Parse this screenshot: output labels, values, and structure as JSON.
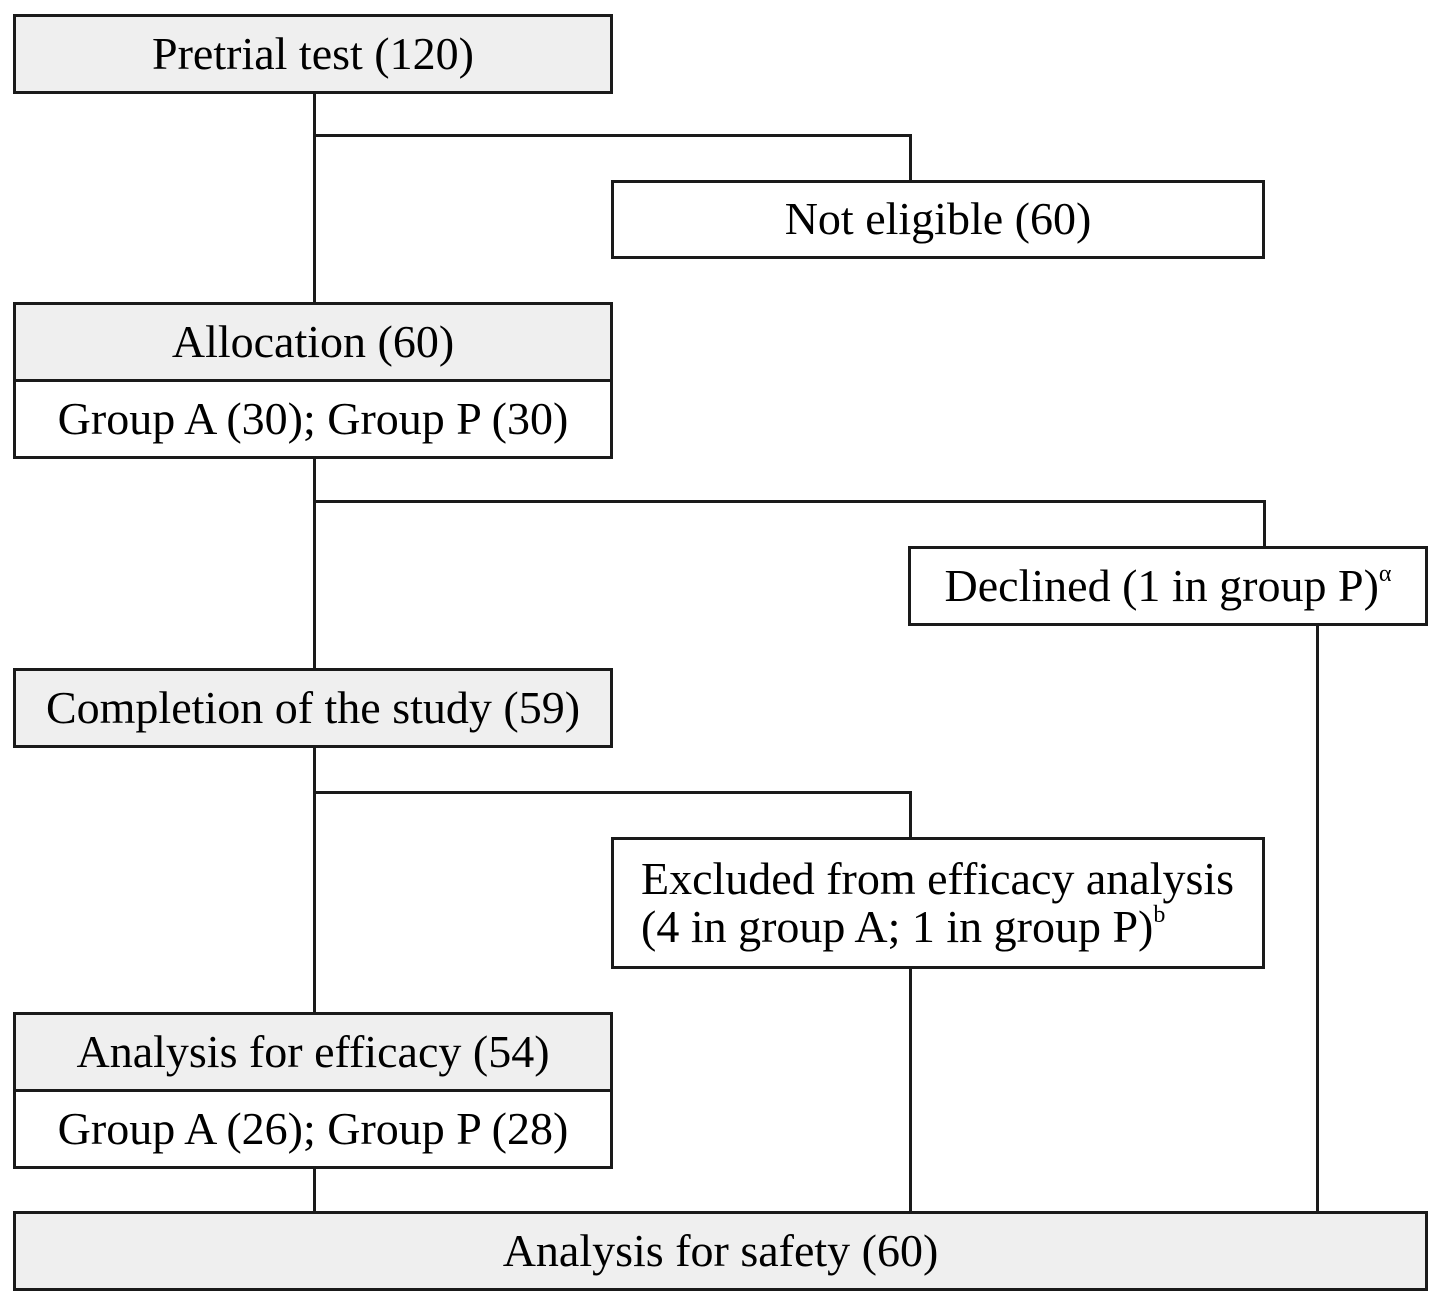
{
  "diagram": {
    "pretrial": "Pretrial test (120)",
    "not_eligible": "Not eligible (60)",
    "allocation": "Allocation (60)",
    "allocation_groups": "Group A (30); Group P (30)",
    "declined": "Declined (1 in group P)",
    "declined_note": "α",
    "completion": "Completion of the study (59)",
    "excluded_line1": "Excluded from efficacy analysis",
    "excluded_line2": "(4 in group A; 1 in group P)",
    "excluded_note": "b",
    "efficacy": "Analysis for efficacy (54)",
    "efficacy_groups": "Group A (26); Group P (28)",
    "safety": "Analysis for safety (60)",
    "colors": {
      "shaded_box": "#efefef",
      "line": "#1a1a1a"
    }
  }
}
